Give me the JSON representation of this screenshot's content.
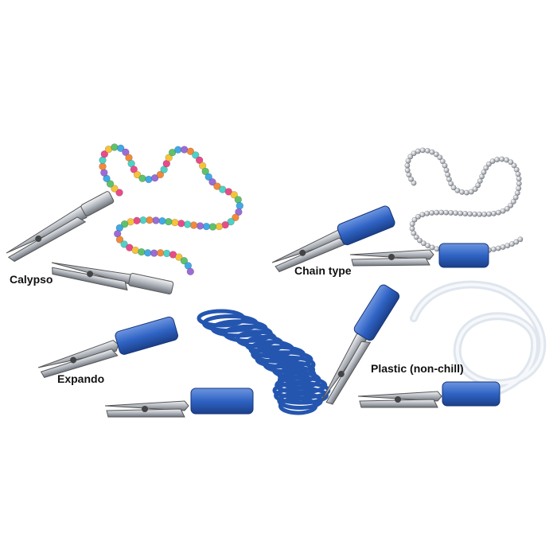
{
  "products": [
    {
      "label": "Calypso"
    },
    {
      "label": "Chain type"
    },
    {
      "label": "Expando"
    },
    {
      "label": "Plastic (non-chill)"
    }
  ],
  "colors": {
    "background": "#ffffff",
    "tube_blue": "#2f63c4",
    "clip_metal": "#c8ccd2",
    "chain_silver": "#b9bcc2",
    "coil_blue": "#2456b0",
    "plastic_tube": "#e6ecf3"
  }
}
